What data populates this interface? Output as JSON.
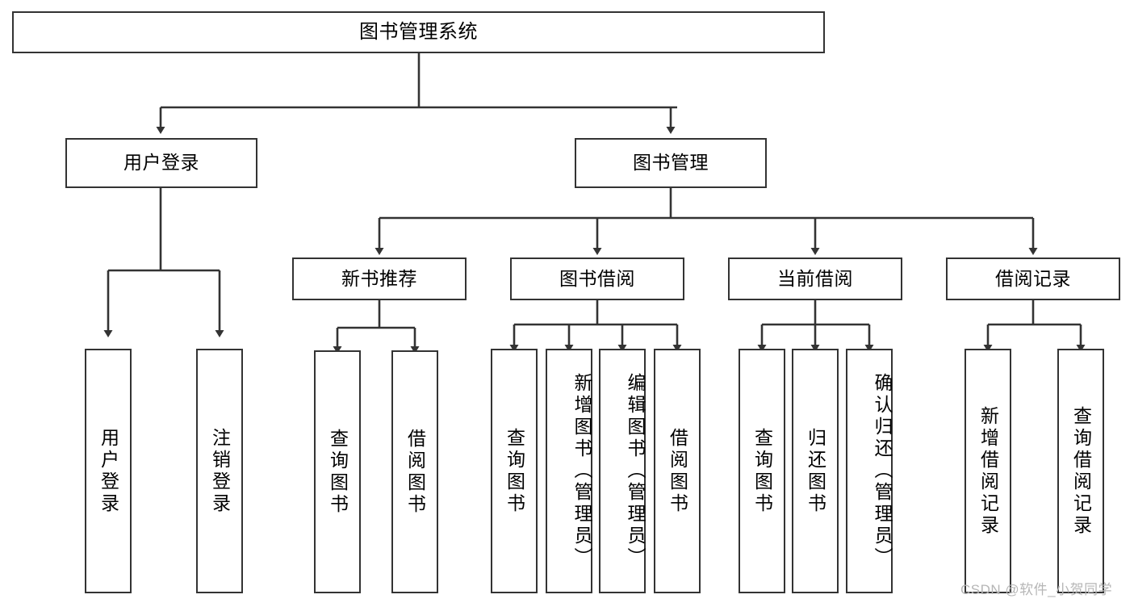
{
  "diagram": {
    "type": "tree-hierarchy-diagram",
    "title": "图书管理系统",
    "watermark": "CSDN @软件_小贺同学",
    "colors": {
      "stroke": "#333333",
      "fill": "#ffffff",
      "text": "#000000",
      "watermark": "#b6b6b6"
    },
    "nodes": {
      "root": {
        "label": "图书管理系统"
      },
      "level2": [
        {
          "label": "用户登录"
        },
        {
          "label": "图书管理"
        }
      ],
      "level3": [
        {
          "label": "新书推荐"
        },
        {
          "label": "图书借阅"
        },
        {
          "label": "当前借阅"
        },
        {
          "label": "借阅记录"
        }
      ],
      "leaves": {
        "user_login": [
          {
            "label": "用户登录"
          },
          {
            "label": "注销登录"
          }
        ],
        "new_book_recommend": [
          {
            "label": "查询图书"
          },
          {
            "label": "借阅图书"
          }
        ],
        "book_borrow": [
          {
            "label": "查询图书"
          },
          {
            "label": "新增图书（管理员）"
          },
          {
            "label": "编辑图书（管理员）"
          },
          {
            "label": "借阅图书"
          }
        ],
        "current_borrow": [
          {
            "label": "查询图书"
          },
          {
            "label": "归还图书"
          },
          {
            "label": "确认归还（管理员）"
          }
        ],
        "borrow_record": [
          {
            "label": "新增借阅记录"
          },
          {
            "label": "查询借阅记录"
          }
        ]
      }
    }
  }
}
